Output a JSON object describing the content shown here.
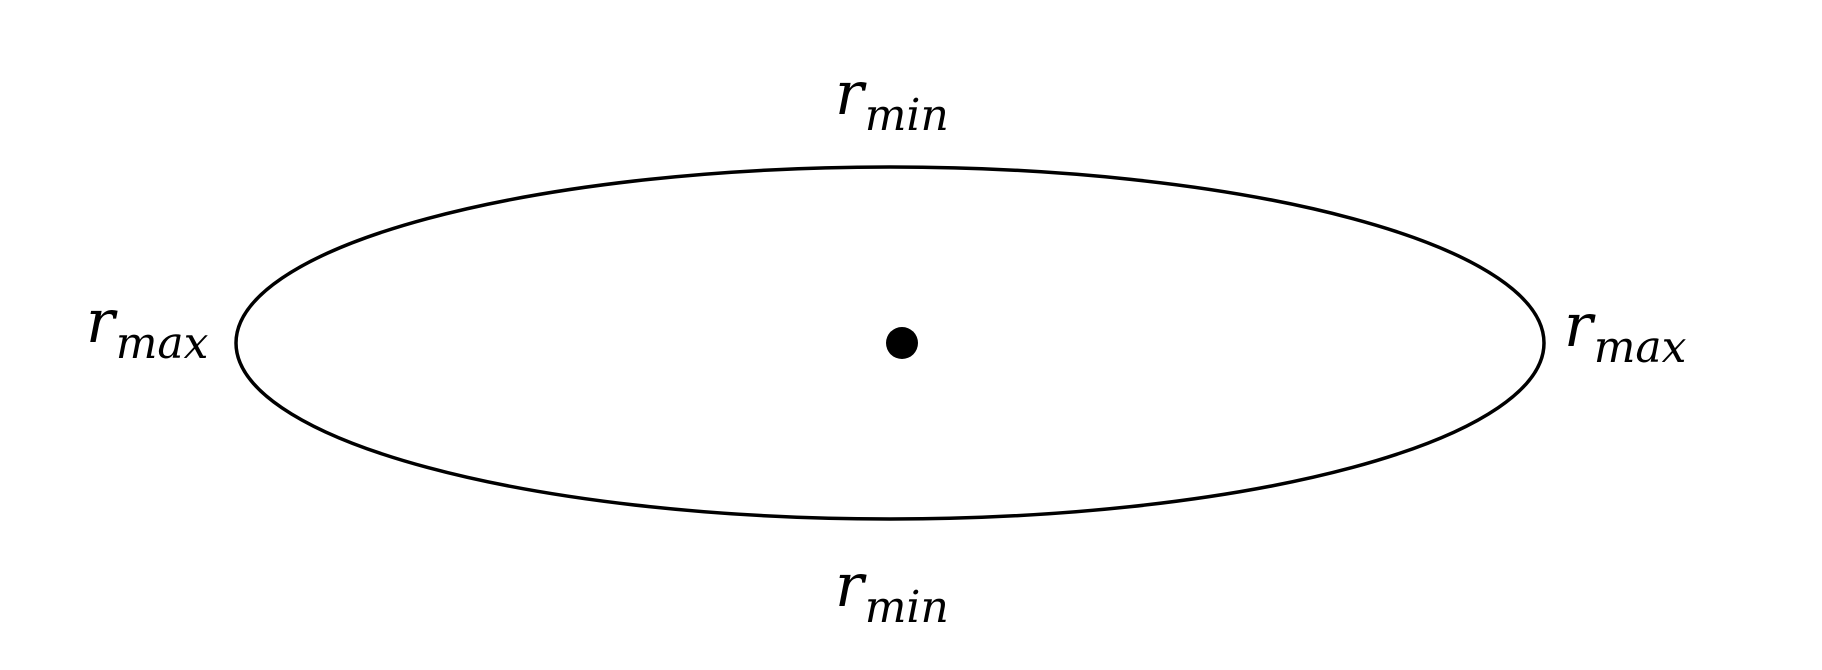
{
  "labels": {
    "top": {
      "base": "r",
      "sub": "min"
    },
    "bottom": {
      "base": "r",
      "sub": "min"
    },
    "left": {
      "base": "r",
      "sub": "max"
    },
    "right": {
      "base": "r",
      "sub": "max"
    }
  },
  "colors": {
    "stroke": "#000000",
    "center_dot": "#000000",
    "background": "#ffffff"
  }
}
